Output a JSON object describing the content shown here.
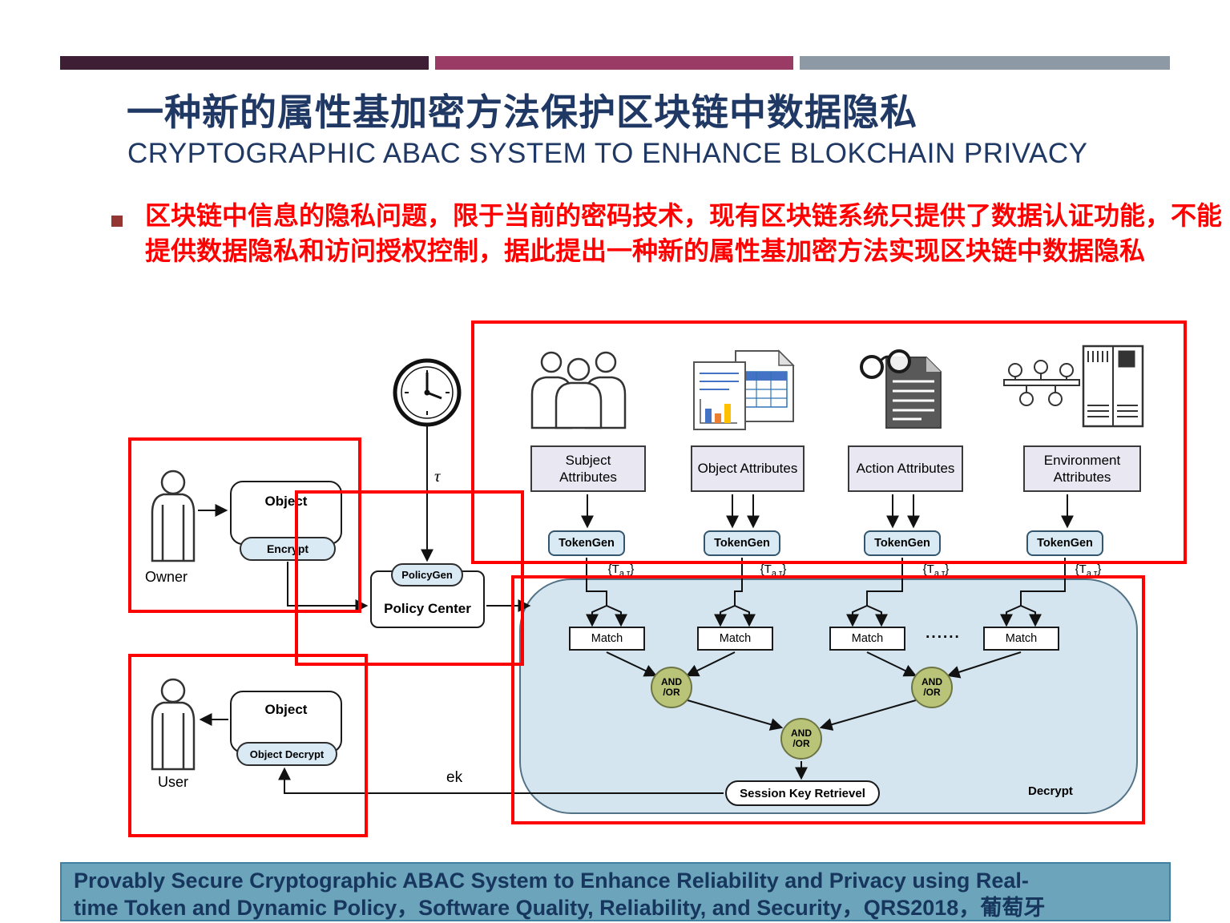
{
  "colors": {
    "title": "#1F3864",
    "bullet_text": "#FF0000",
    "highlight": "#FF0000",
    "bar1": "#3E1E35",
    "bar2": "#9A3B65",
    "bar3": "#8D99A5",
    "footer_bg": "#6BA4BB",
    "container_fill": "#D4E5EF",
    "chip_fill": "#D9EAF5",
    "attribute_fill": "#E9E7F1",
    "and_or_fill": "#B9C478"
  },
  "header": {
    "title_cn": "一种新的属性基加密方法保护区块链中数据隐私",
    "title_en": "CRYPTOGRAPHIC ABAC SYSTEM TO ENHANCE BLOKCHAIN PRIVACY"
  },
  "bullet": {
    "text": "区块链中信息的隐私问题，限于当前的密码技术，现有区块链系统只提供了数据认证功能，不能提供数据隐私和访问授权控制，据此提出一种新的属性基加密方法实现区块链中数据隐私"
  },
  "diagram": {
    "tau": "τ",
    "ek": "ek",
    "owner": {
      "label": "Owner",
      "object": "Object",
      "encrypt": "Encrypt"
    },
    "user": {
      "label": "User",
      "object": "Object",
      "decrypt": "Object Decrypt"
    },
    "policy": {
      "gen": "PolicyGen",
      "center": "Policy Center"
    },
    "columns": [
      {
        "attr": "Subject Attributes",
        "tokengen": "TokenGen"
      },
      {
        "attr": "Object Attributes",
        "tokengen": "TokenGen"
      },
      {
        "attr": "Action Attributes",
        "tokengen": "TokenGen"
      },
      {
        "attr": "Environment Attributes",
        "tokengen": "TokenGen"
      }
    ],
    "token": {
      "open": "{T",
      "sub": "a,τ",
      "close": "}"
    },
    "match": "Match",
    "dots": "......",
    "and_or": {
      "top": "AND",
      "bottom": "/OR"
    },
    "session_key": "Session Key Retrievel",
    "decrypt": "Decrypt"
  },
  "footer": {
    "line1": "Provably Secure Cryptographic ABAC System to Enhance Reliability and Privacy using Real-",
    "line2": "time Token and Dynamic Policy，Software Quality, Reliability, and Security，QRS2018，葡萄牙"
  }
}
